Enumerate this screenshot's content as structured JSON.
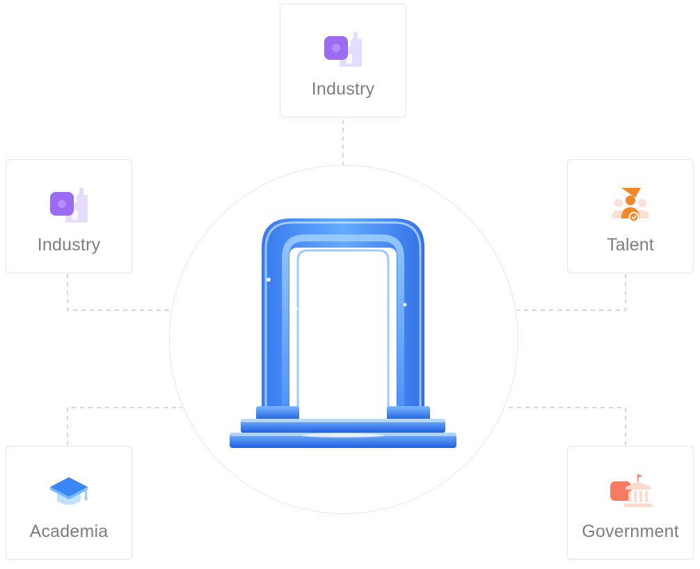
{
  "nodes": [
    {
      "id": "top",
      "label": "Industry",
      "icon": "factory-icon"
    },
    {
      "id": "left",
      "label": "Industry",
      "icon": "factory-icon"
    },
    {
      "id": "right",
      "label": "Talent",
      "icon": "talent-person-icon"
    },
    {
      "id": "bottom_left",
      "label": "Academia",
      "icon": "graduation-cap-icon"
    },
    {
      "id": "bottom_right",
      "label": "Government",
      "icon": "government-building-icon"
    }
  ],
  "hub": {
    "icon": "gate-arch-icon"
  },
  "colors": {
    "purple": "#9b6cf2",
    "purple_light": "#e6dcff",
    "orange": "#f5862a",
    "coral": "#f77a63",
    "blue": "#3a86f5",
    "blue_light": "#bfe0ff",
    "label": "#7d7d7d",
    "border": "#e4e4e4",
    "connector": "#c8c8c8"
  }
}
